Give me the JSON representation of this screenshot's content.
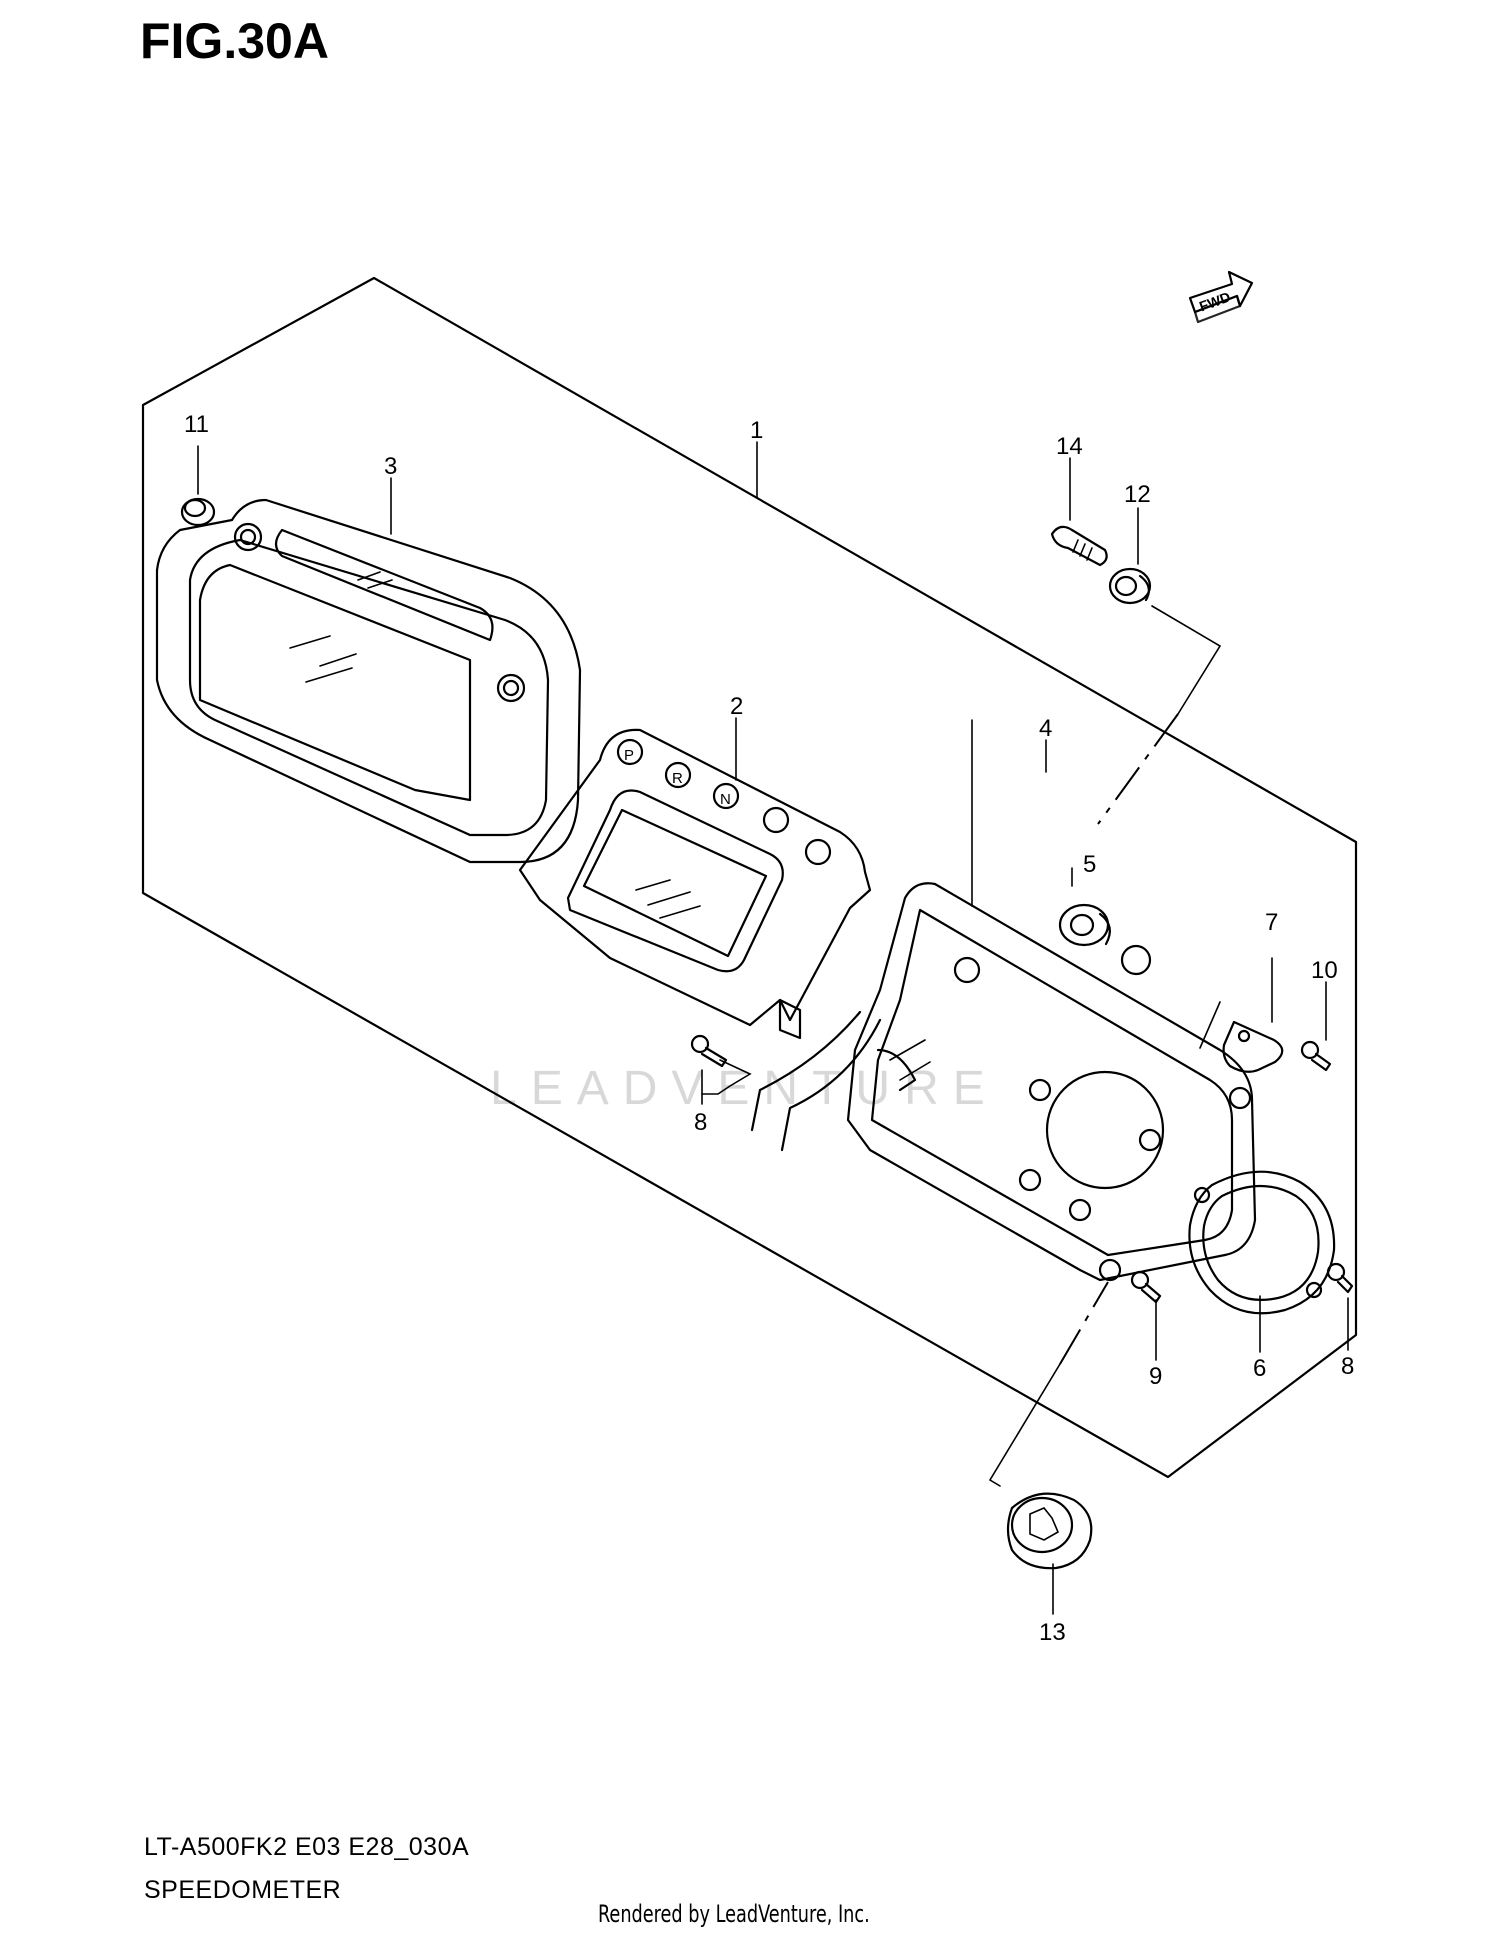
{
  "figure": {
    "title": "FIG.30A",
    "model_code": "LT-A500FK2 E03 E28_030A",
    "section_name": "SPEEDOMETER",
    "credit": "Rendered by LeadVenture, Inc.",
    "watermark": "LEADVENTURE",
    "fwd_label": "FWD"
  },
  "callouts": [
    "1",
    "2",
    "3",
    "4",
    "5",
    "6",
    "7",
    "8",
    "8",
    "9",
    "10",
    "11",
    "12",
    "13",
    "14"
  ],
  "indicators": [
    "P",
    "R",
    "N"
  ],
  "colors": {
    "line": "#000000",
    "watermark": "#d8d8d8",
    "background": "#ffffff"
  }
}
